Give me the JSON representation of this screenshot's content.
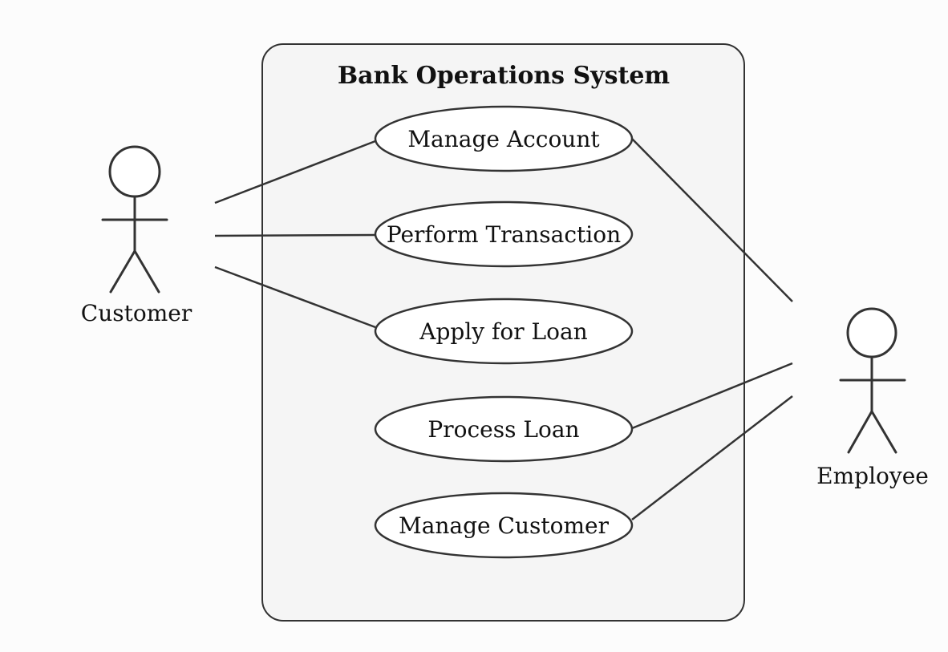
{
  "diagram": {
    "type": "uml-use-case-diagram",
    "title": "Bank Operations System",
    "actors": [
      {
        "name": "Customer",
        "position": "left"
      },
      {
        "name": "Employee",
        "position": "right"
      }
    ],
    "use_cases": [
      {
        "label": "Manage Account"
      },
      {
        "label": "Perform Transaction"
      },
      {
        "label": "Apply for Loan"
      },
      {
        "label": "Process Loan"
      },
      {
        "label": "Manage Customer"
      }
    ],
    "associations": [
      {
        "from": "Customer",
        "to": "Manage Account"
      },
      {
        "from": "Customer",
        "to": "Perform Transaction"
      },
      {
        "from": "Customer",
        "to": "Apply for Loan"
      },
      {
        "from": "Employee",
        "to": "Manage Account"
      },
      {
        "from": "Employee",
        "to": "Process Loan"
      },
      {
        "from": "Employee",
        "to": "Manage Customer"
      }
    ],
    "colors": {
      "page_bg": "#fcfcfc",
      "boundary_fill": "#f5f5f5",
      "node_fill": "#ffffff",
      "stroke": "#333333",
      "text": "#111111"
    }
  }
}
